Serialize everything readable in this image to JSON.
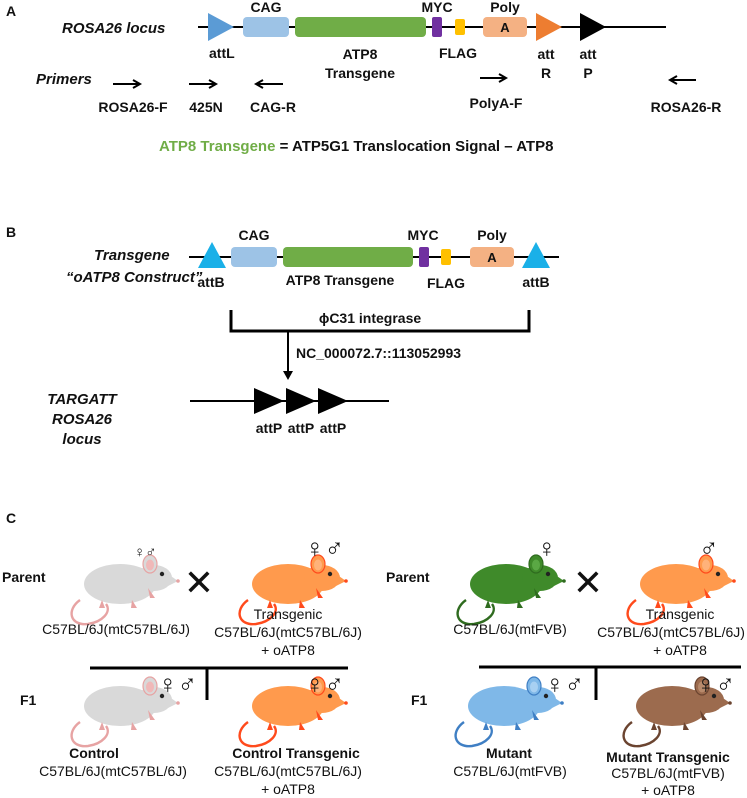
{
  "colors": {
    "attL": "#5b9bd5",
    "attR": "#ed7d31",
    "attP": "#000000",
    "attB": "#1ab0e8",
    "CAG": "#9dc3e6",
    "ATP8": "#70ad47",
    "MYC": "#7030a0",
    "FLAG": "#ffc000",
    "Poly": "#f4b183",
    "mouse_wild": "#d9d9d9",
    "mouse_transgenic": "#ff9a4d",
    "mouse_fvb": "#3f8a2a",
    "mouse_mutant": "#7fb8e8",
    "mouse_mutant_transgenic": "#9c6b4e",
    "transgene_label": "#70ad47"
  },
  "panelA": {
    "letter": "A",
    "locus": "ROSA26 locus",
    "cag": "CAG",
    "atp8_line1": "ATP8",
    "atp8_line2": "Transgene",
    "myc": "MYC",
    "flag": "FLAG",
    "poly": "Poly",
    "poly_a": "A",
    "attL": "attL",
    "attR_1": "att",
    "attR_2": "R",
    "attP_1": "att",
    "attP_2": "P",
    "primers_label": "Primers",
    "primers": [
      "ROSA26-F",
      "425N",
      "CAG-R",
      "PolyA-F",
      "ROSA26-R"
    ],
    "legend_colored": "ATP8 Transgene",
    "legend_rest": " = ATP5G1 Translocation Signal – ATP8"
  },
  "panelB": {
    "letter": "B",
    "label_1": "Transgene",
    "label_2": "“oATP8 Construct”",
    "cag": "CAG",
    "atp8": "ATP8 Transgene",
    "myc": "MYC",
    "flag": "FLAG",
    "poly": "Poly",
    "poly_a": "A",
    "attB_left": "attB",
    "attB_right": "attB",
    "integrase": "ϕC31 integrase",
    "coordinate": "NC_000072.7::113052993",
    "targatt_1": "TARGATT",
    "targatt_2": "ROSA26",
    "targatt_3": "locus",
    "attP_labels": [
      "attP",
      "attP",
      "attP"
    ]
  },
  "panelC": {
    "letter": "C",
    "left": {
      "parent_label": "Parent",
      "parent1_name": "C57BL/6J(mtC57BL/6J)",
      "parent1_sex": "♀♂",
      "cross": "✕",
      "parent2_name_1": "Transgenic",
      "parent2_name_2": "C57BL/6J(mtC57BL/6J)",
      "parent2_name_3": "+ oATP8",
      "parent2_sex": "♀♂",
      "f1_label": "F1",
      "child1_title": "Control",
      "child1_name": "C57BL/6J(mtC57BL/6J)",
      "child1_sex": "♀♂",
      "child2_title": "Control Transgenic",
      "child2_name_1": "C57BL/6J(mtC57BL/6J)",
      "child2_name_2": "+ oATP8",
      "child2_sex": "♀♂"
    },
    "right": {
      "parent_label": "Parent",
      "parent1_name": "C57BL/6J(mtFVB)",
      "parent1_sex": "♀",
      "cross": "✕",
      "parent2_name_1": "Transgenic",
      "parent2_name_2": "C57BL/6J(mtC57BL/6J)",
      "parent2_name_3": "+ oATP8",
      "parent2_sex": "♂",
      "f1_label": "F1",
      "child1_title": "Mutant",
      "child1_name": "C57BL/6J(mtFVB)",
      "child1_sex": "♀♂",
      "child2_title": "Mutant Transgenic",
      "child2_name_1": "C57BL/6J(mtFVB)",
      "child2_name_2": "+ oATP8",
      "child2_sex": "♀♂"
    }
  }
}
